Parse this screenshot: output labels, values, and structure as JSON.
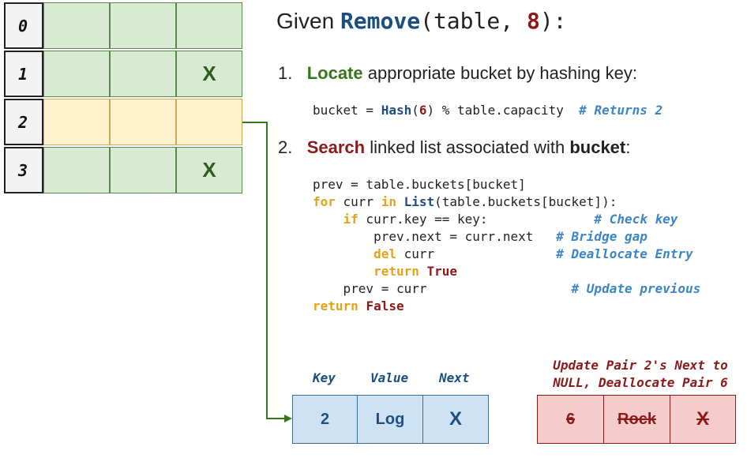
{
  "table": {
    "rows": [
      {
        "index": "0",
        "cells": [
          "",
          "",
          ""
        ]
      },
      {
        "index": "1",
        "cells": [
          "",
          "",
          "X"
        ]
      },
      {
        "index": "2",
        "cells": [
          "",
          "",
          ""
        ]
      },
      {
        "index": "3",
        "cells": [
          "",
          "",
          "X"
        ]
      }
    ],
    "highlight_row": 2
  },
  "title": {
    "prefix": "Given ",
    "fn": "Remove",
    "open": "(",
    "arg": "table, ",
    "key": "8",
    "close": "):"
  },
  "steps": [
    {
      "num": "1.",
      "verb": "Locate",
      "rest": " appropriate bucket by hashing key:"
    },
    {
      "num": "2.",
      "verb": "Search",
      "rest1": " linked list associated with ",
      "bold": "bucket",
      "rest2": ":"
    }
  ],
  "code1": {
    "a": "bucket = ",
    "hash": "Hash",
    "b": "(",
    "six": "6",
    "c": ") % table.capacity  ",
    "comment": "# Returns 2"
  },
  "code2": {
    "l1": "prev = table.buckets[bucket]",
    "l2_for": "for",
    "l2_a": " curr ",
    "l2_in": "in",
    "l2_sp": " ",
    "l2_list": "List",
    "l2_b": "(table.buckets[bucket]):",
    "l3_ind": "    ",
    "l3_if": "if",
    "l3_a": " curr.key == key:",
    "l3_pad": "              ",
    "l3_c": "# Check key",
    "l4_ind": "        ",
    "l4_a": "prev.next = curr.next",
    "l4_pad": "   ",
    "l4_c": "# Bridge gap",
    "l5_ind": "        ",
    "l5_del": "del",
    "l5_a": " curr",
    "l5_pad": "                ",
    "l5_c": "# Deallocate Entry",
    "l6_ind": "        ",
    "l6_ret": "return",
    "l6_sp": " ",
    "l6_true": "True",
    "l7_ind": "    ",
    "l7_a": "prev = curr",
    "l7_pad": "                   ",
    "l7_c": "# Update previous",
    "l8_ret": "return",
    "l8_sp": " ",
    "l8_false": "False"
  },
  "entry_headers": {
    "key": "Key",
    "value": "Value",
    "next": "Next"
  },
  "entry_blue": {
    "key": "2",
    "value": "Log",
    "next": "X"
  },
  "entry_red": {
    "key": "6",
    "value": "Rock",
    "next": "X"
  },
  "note": {
    "line1": "Update Pair 2's Next to",
    "line2": "NULL, Deallocate Pair 6"
  },
  "colors": {
    "green": "#d9ead3",
    "yellow": "#fff2cc",
    "blue": "#cfe2f3",
    "red": "#f4cccc",
    "arrow": "#38761d"
  }
}
